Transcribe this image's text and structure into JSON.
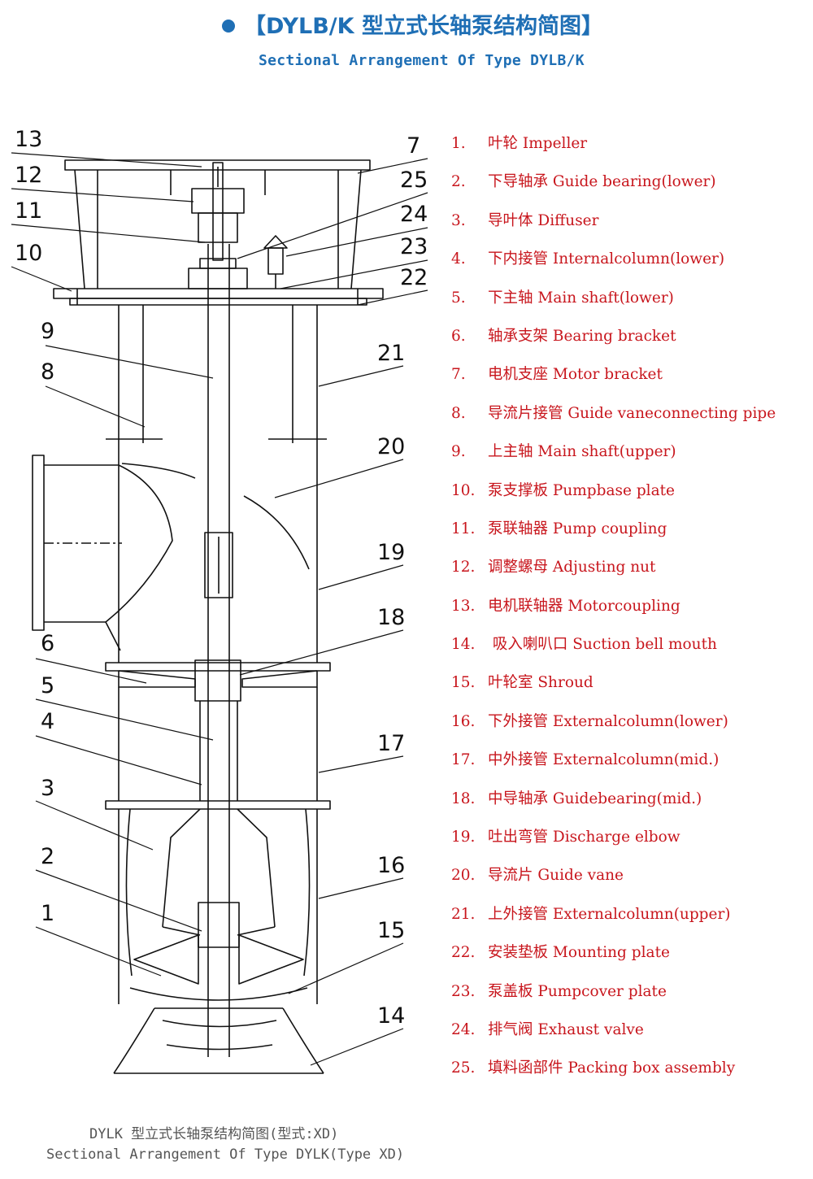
{
  "header": {
    "title_cn": "【DYLB/K 型立式长轴泵结构简图】",
    "title_en": "Sectional Arrangement Of Type DYLB/K"
  },
  "colors": {
    "title": "#1f6fb5",
    "legend_text": "#c8161d",
    "caption": "#555555",
    "line": "#111111"
  },
  "diagram": {
    "callouts": [
      "1",
      "2",
      "3",
      "4",
      "5",
      "6",
      "7",
      "8",
      "9",
      "10",
      "11",
      "12",
      "13",
      "14",
      "15",
      "16",
      "17",
      "18",
      "19",
      "20",
      "21",
      "22",
      "23",
      "24",
      "25"
    ]
  },
  "legend": {
    "items": [
      {
        "num": "1.",
        "label": "叶轮 Impeller"
      },
      {
        "num": "2.",
        "label": "下导轴承 Guide bearing(lower)"
      },
      {
        "num": "3.",
        "label": "导叶体 Diffuser"
      },
      {
        "num": "4.",
        "label": "下内接管 Internalcolumn(lower)"
      },
      {
        "num": "5.",
        "label": "下主轴 Main shaft(lower)"
      },
      {
        "num": "6.",
        "label": "轴承支架 Bearing bracket"
      },
      {
        "num": "7.",
        "label": "电机支座 Motor bracket"
      },
      {
        "num": "8.",
        "label": "导流片接管 Guide vaneconnecting pipe"
      },
      {
        "num": "9.",
        "label": "上主轴 Main shaft(upper)"
      },
      {
        "num": "10.",
        "label": "泵支撑板 Pumpbase plate"
      },
      {
        "num": "11.",
        "label": "泵联轴器 Pump coupling"
      },
      {
        "num": "12.",
        "label": "调整螺母 Adjusting nut"
      },
      {
        "num": "13.",
        "label": "电机联轴器 Motorcoupling"
      },
      {
        "num": "14.",
        "label": " 吸入喇叭口 Suction  bell mouth"
      },
      {
        "num": "15.",
        "label": "叶轮室 Shroud"
      },
      {
        "num": "16.",
        "label": "下外接管 Externalcolumn(lower)"
      },
      {
        "num": "17.",
        "label": "中外接管 Externalcolumn(mid.)"
      },
      {
        "num": "18.",
        "label": "中导轴承 Guidebearing(mid.)"
      },
      {
        "num": "19.",
        "label": "吐出弯管 Discharge elbow"
      },
      {
        "num": "20.",
        "label": "导流片 Guide vane"
      },
      {
        "num": "21.",
        "label": "上外接管 Externalcolumn(upper)"
      },
      {
        "num": "22.",
        "label": "安装垫板 Mounting plate"
      },
      {
        "num": "23.",
        "label": "泵盖板 Pumpcover plate"
      },
      {
        "num": "24.",
        "label": "排气阀 Exhaust valve"
      },
      {
        "num": "25.",
        "label": "填料函部件 Packing box assembly"
      }
    ]
  },
  "footer": {
    "caption_cn": "DYLK 型立式长轴泵结构简图(型式:XD)",
    "caption_en": "Sectional Arrangement Of Type DYLK(Type XD)"
  }
}
